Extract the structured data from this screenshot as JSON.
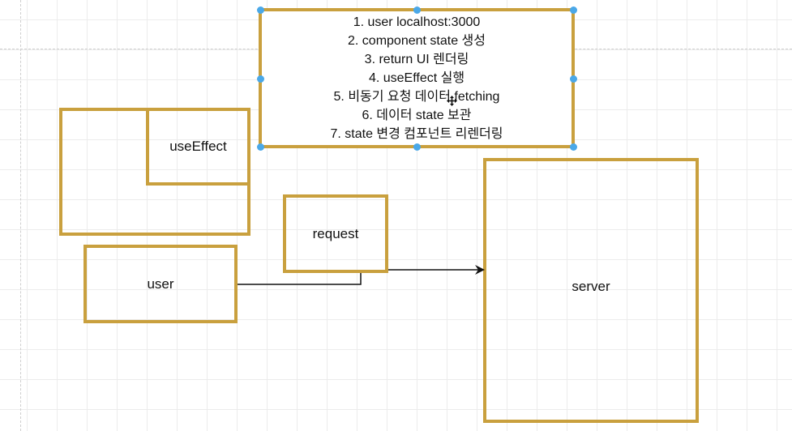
{
  "diagram": {
    "notes": [
      "1. user localhost:3000",
      "2. component state 생성",
      "3. return UI 렌더링",
      "4. useEffect 실행",
      "5. 비동기 요청 데이터 fetching",
      "6. 데이터 state 보관",
      "7. state 변경 컴포넌트 리렌더링"
    ],
    "component_box": {
      "label": ""
    },
    "use_effect_box": {
      "label": "useEffect"
    },
    "user_box": {
      "label": "user"
    },
    "request_box": {
      "label": "request"
    },
    "server_box": {
      "label": "server"
    },
    "colors": {
      "box_stroke": "#c9a03e",
      "selection_handle": "#4aa8e8",
      "connector": "#111111"
    }
  }
}
